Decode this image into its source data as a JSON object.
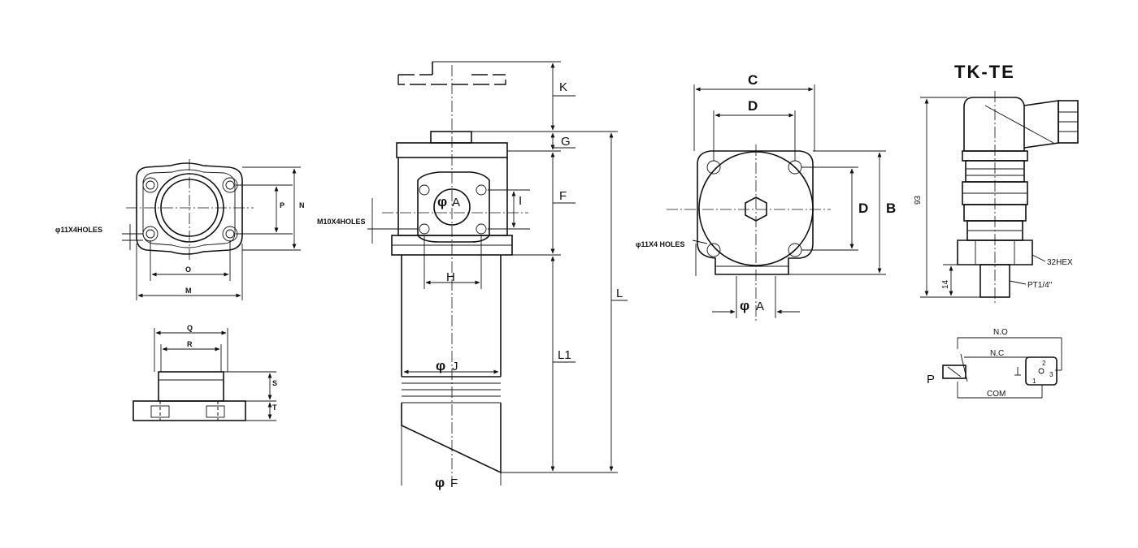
{
  "flange_view": {
    "hole_note": "φ11X4HOLES",
    "dim_o": "O",
    "dim_m": "M",
    "dim_p": "P",
    "dim_n": "N"
  },
  "base_view": {
    "dim_q": "Q",
    "dim_r": "R",
    "dim_s": "S",
    "dim_t": "T"
  },
  "front_view": {
    "dim_k": "K",
    "dim_g": "G",
    "dim_f": "F",
    "dim_l1": "L1",
    "dim_l": "L",
    "dim_i": "I",
    "dim_h": "H",
    "dia_a": "A",
    "dia_j": "J",
    "dia_f": "F",
    "hole_note": "M10X4HOLES",
    "phi": "φ"
  },
  "top_view": {
    "dim_c": "C",
    "dim_d_top": "D",
    "dim_d_side": "D",
    "dim_b": "B",
    "dia_a": "A",
    "hole_note": "φ11X4 HOLES"
  },
  "sensor_view": {
    "title": "TK-TE",
    "dim_93": "93",
    "dim_14": "14",
    "hex_note": "32HEX",
    "thread_note": "PT1/4\""
  },
  "wiring": {
    "no": "N.O",
    "nc": "N.C",
    "com": "COM",
    "p": "P",
    "pin1": "1",
    "pin2": "2",
    "pin3": "3"
  },
  "colors": {
    "line": "#111111",
    "background": "#ffffff"
  }
}
